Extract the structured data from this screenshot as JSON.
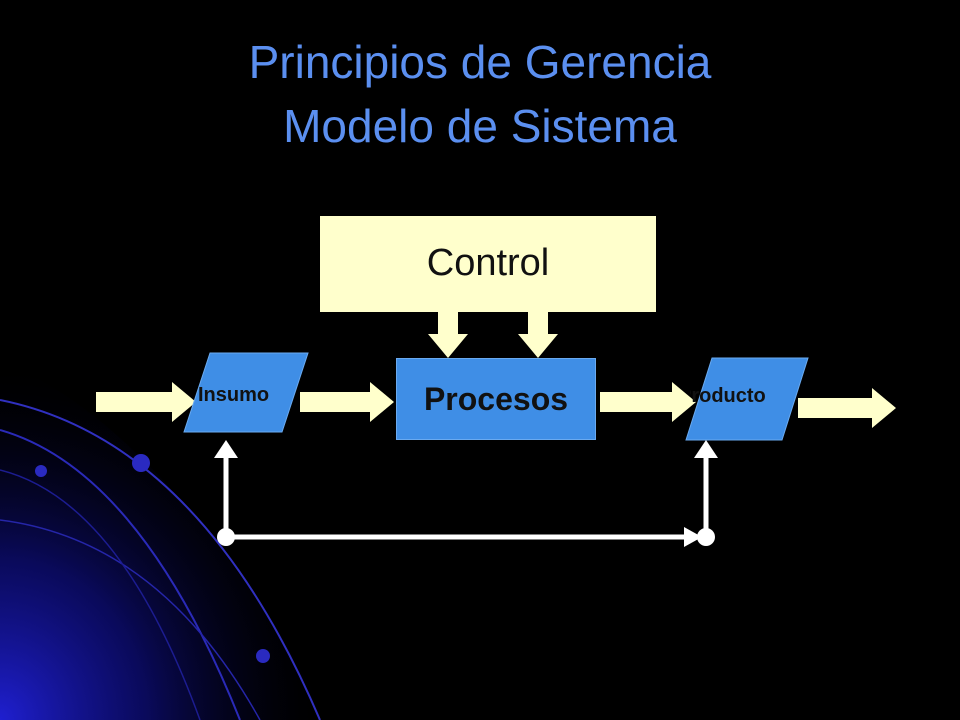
{
  "slide": {
    "title_line1": "Principios de Gerencia",
    "title_line2": "Modelo de Sistema"
  },
  "diagram": {
    "control_label": "Control",
    "process_label": "Procesos",
    "input_label": "Insumo",
    "output_label": "Producto"
  },
  "colors": {
    "background": "#000000",
    "title": "#5b8ff0",
    "box_fill": "#3f8ee6",
    "control_fill": "#ffffcc",
    "arrow_fill": "#ffffcc",
    "feedback_line": "#ffffff"
  }
}
